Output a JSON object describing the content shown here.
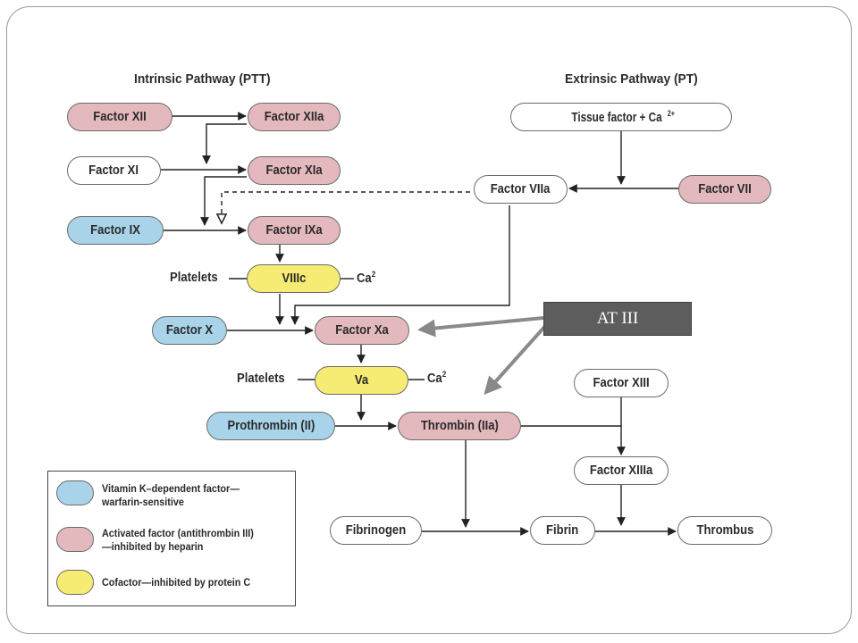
{
  "headers": {
    "intrinsic": "Intrinsic Pathway (PTT)",
    "extrinsic": "Extrinsic Pathway (PT)"
  },
  "nodes": {
    "factor_xii": "Factor XII",
    "factor_xiia": "Factor XIIa",
    "factor_xi": "Factor XI",
    "factor_xia": "Factor XIa",
    "factor_ix": "Factor IX",
    "factor_ixa": "Factor IXa",
    "viiic": "VIIIc",
    "factor_x": "Factor X",
    "factor_xa": "Factor Xa",
    "va": "Va",
    "prothrombin": "Prothrombin (II)",
    "thrombin": "Thrombin (IIa)",
    "tissue_factor": "Tissue factor + Ca",
    "tissue_factor_sup": "2+",
    "factor_viia": "Factor VIIa",
    "factor_vii": "Factor VII",
    "factor_xiii": "Factor XIII",
    "factor_xiiia": "Factor XIIIa",
    "fibrinogen": "Fibrinogen",
    "fibrin": "Fibrin",
    "thrombus": "Thrombus"
  },
  "side_labels": {
    "platelets_1": "Platelets",
    "ca_1": "Ca",
    "ca_1_sup": "2",
    "platelets_2": "Platelets",
    "ca_2": "Ca",
    "ca_2_sup": "2"
  },
  "legend": {
    "item1_line1": "Vitamin K–dependent factor—",
    "item1_line2": "warfarin-sensitive",
    "item2_line1": "Activated factor (antithrombin III)",
    "item2_line2": "—inhibited by heparin",
    "item3_line1": "Cofactor—inhibited by protein C"
  },
  "callout": {
    "label": "AT III"
  },
  "colors": {
    "activated": "#e3b9bd",
    "vitamin_k": "#a8d3e8",
    "cofactor": "#f7ec73",
    "callout_bg": "#5d5d5d"
  }
}
